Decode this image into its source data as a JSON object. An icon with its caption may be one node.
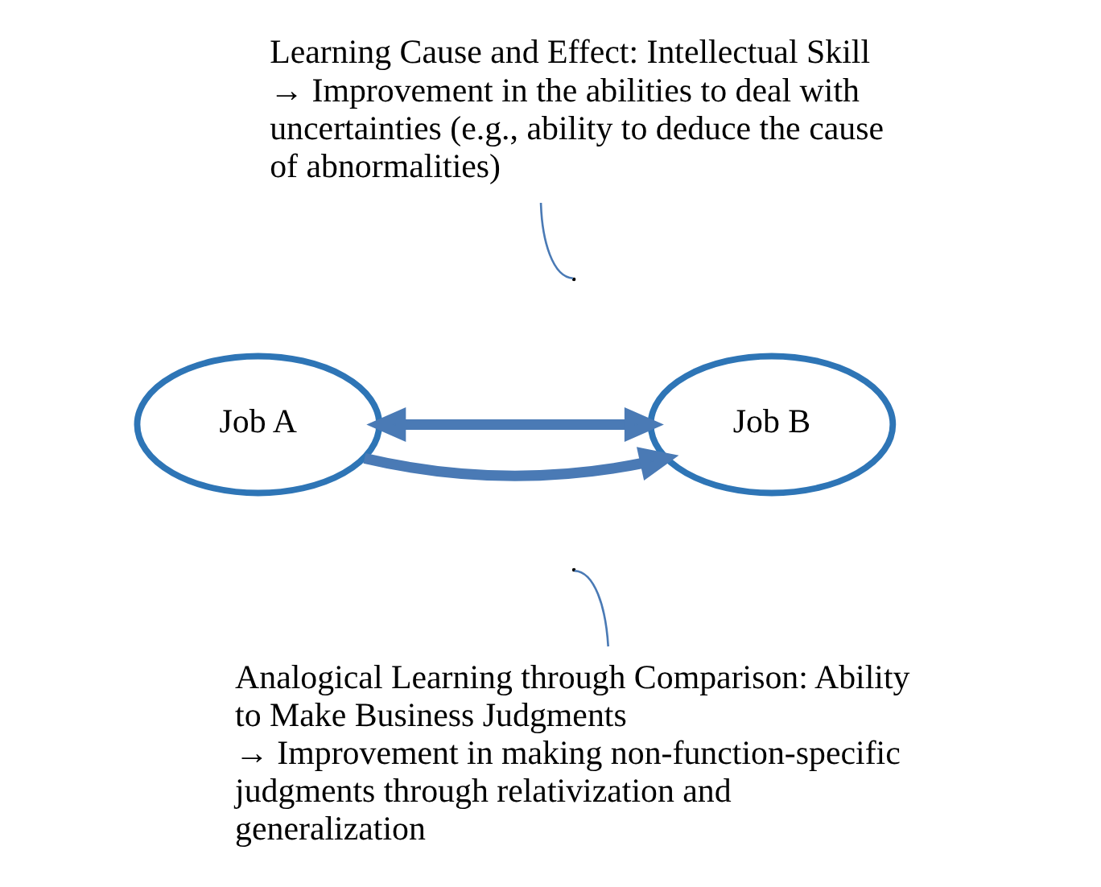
{
  "diagram": {
    "nodes": [
      {
        "text": [
          "Learning Cause and Effect: Intellectual Skill",
          "→ Improvement in the abilities to deal with uncertainties (e.g., ability to deduce the cause of abnormalities)"
        ]
      },
      {
        "text": [
          "Job A"
        ]
      },
      {
        "text": [
          "Job B"
        ]
      },
      {
        "text": [
          "Analogical Learning through Comparison: Ability to Make Business Judgments",
          "→ Improvement in making non-function-specific judgments through relativization and generalization"
        ]
      }
    ],
    "edges": [
      {
        "from": 1,
        "to": 2,
        "arrow": "to",
        "style": "thick"
      },
      {
        "from": 2,
        "to": 1,
        "arrow": "both",
        "style": "thick"
      },
      {
        "from": 0,
        "to": null,
        "arrow": "none"
      },
      {
        "from": 3,
        "to": null,
        "arrow": "none"
      }
    ]
  }
}
